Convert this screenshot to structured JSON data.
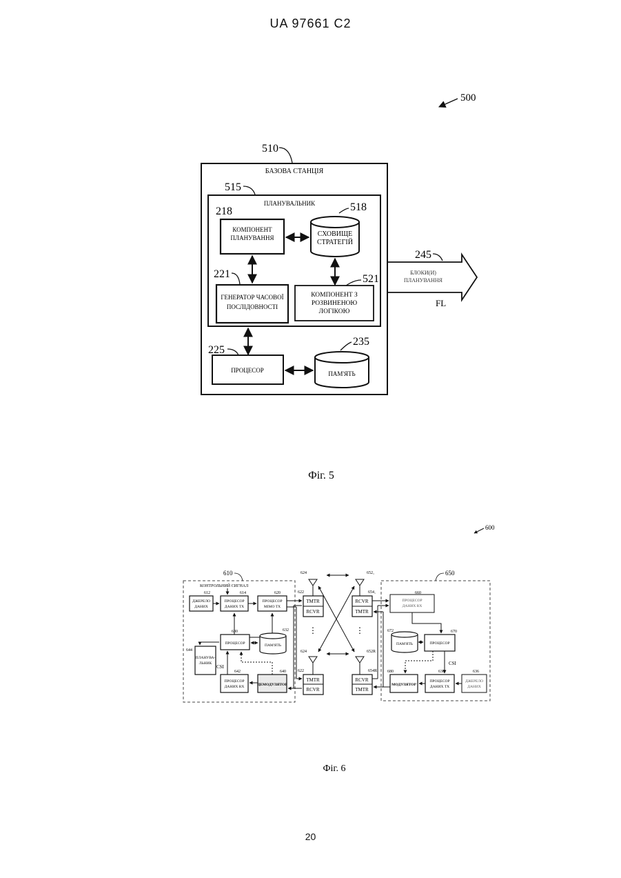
{
  "header": {
    "doc_id": "UA   97661   C2"
  },
  "page_number": "20",
  "fig5": {
    "caption": "Фіг. 5",
    "ref_main": "500",
    "base_station": {
      "ref": "510",
      "label": "БАЗОВА СТАНЦІЯ"
    },
    "scheduler": {
      "ref": "515",
      "label": "ПЛАНУВАЛЬНИК"
    },
    "scheduling_component": {
      "ref": "218",
      "line1": "КОМПОНЕНТ",
      "line2": "ПЛАНУВАННЯ"
    },
    "policy_store": {
      "ref": "518",
      "line1": "СХОВИЩЕ",
      "line2": "СТРАТЕГІЙ"
    },
    "sequence_generator": {
      "ref": "221",
      "line1": "ГЕНЕРАТОР ЧАСОВОЇ",
      "line2": "ПОСЛІДОВНОСТІ"
    },
    "logic_component": {
      "ref": "521",
      "line1": "КОМПОНЕНТ З",
      "line2": "РОЗВИНЕНОЮ",
      "line3": "ЛОГІКОЮ"
    },
    "processor": {
      "ref": "225",
      "label": "ПРОЦЕСОР"
    },
    "memory": {
      "ref": "235",
      "label": "ПАМ'ЯТЬ"
    },
    "output": {
      "ref": "245",
      "line1": "БЛОКИ(И)",
      "line2": "ПЛАНУВАННЯ",
      "link": "FL"
    }
  },
  "fig6": {
    "caption": "Фіг. 6",
    "ref_main": "600",
    "left_system": {
      "ref": "610",
      "label": "КОНТРОЛЬНИЙ СИГНАЛ"
    },
    "right_system": {
      "ref": "650"
    },
    "blocks": {
      "data_source_l": {
        "ref": "612",
        "line1": "ДЖЕРЕЛО",
        "line2": "ДАНИХ"
      },
      "tx_data_proc_l": {
        "ref": "614",
        "line1": "ПРОЦЕСОР",
        "line2": "ДАНИХ ТХ"
      },
      "tx_mimo_proc": {
        "ref": "620",
        "line1": "ПРОЦЕСОР",
        "line2": "МІМО ТХ"
      },
      "processor_l": {
        "ref": "630",
        "label": "ПРОЦЕСОР"
      },
      "memory_l": {
        "ref": "632",
        "label": "ПАМ'ЯТЬ"
      },
      "scheduler_l": {
        "ref": "644",
        "line1": "ПЛАНУВА-",
        "line2": "ЛЬНИК"
      },
      "csi_l": {
        "label": "CSI"
      },
      "rx_data_proc_l": {
        "ref": "642",
        "line1": "ПРОЦЕСОР",
        "line2": "ДАНИХ RX"
      },
      "demodulator_l": {
        "ref": "640",
        "label": "ДЕМОДУЛЯТОР"
      },
      "rx_data_proc_r": {
        "ref": "660",
        "line1": "ПРОЦЕСОР",
        "line2": "ДАНИХ RX"
      },
      "memory_r": {
        "ref": "672",
        "label": "ПАМ'ЯТЬ"
      },
      "processor_r": {
        "ref": "670",
        "label": "ПРОЦЕСОР"
      },
      "csi_r": {
        "label": "CSI"
      },
      "modulator_r": {
        "ref": "680",
        "label": "МОДУЛЯТОР"
      },
      "tx_data_proc_r": {
        "ref": "638",
        "line1": "ПРОЦЕСОР",
        "line2": "ДАНИХ ТХ"
      },
      "data_source_r": {
        "ref": "636",
        "line1": "ДЖЕРЕЛО",
        "line2": "ДАНИХ"
      }
    },
    "transceivers": {
      "tmtr": "TMTR",
      "rcvr": "RCVR",
      "left_top_ant": "624",
      "left_bot_ant": "624",
      "left_top_tr": "622",
      "left_bot_tr": "622",
      "right_top_ant": "652₁",
      "right_bot_ant": "652R",
      "right_top_tr": "654₁",
      "right_bot_tr": "654R"
    }
  }
}
